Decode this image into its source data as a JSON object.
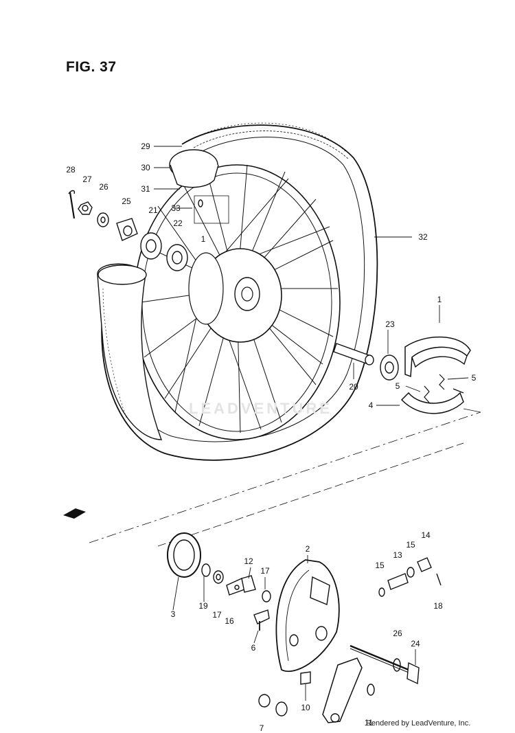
{
  "figure_title": "FIG. 37",
  "watermark": "LEADVENTURE",
  "fwd_label": "FWD",
  "footer": "Rendered by LeadVenture, Inc.",
  "callouts": [
    {
      "id": "n29",
      "text": "29"
    },
    {
      "id": "n30",
      "text": "30"
    },
    {
      "id": "n31",
      "text": "31"
    },
    {
      "id": "n28",
      "text": "28"
    },
    {
      "id": "n27",
      "text": "27"
    },
    {
      "id": "n26a",
      "text": "26"
    },
    {
      "id": "n25",
      "text": "25"
    },
    {
      "id": "n21",
      "text": "21"
    },
    {
      "id": "n22",
      "text": "22"
    },
    {
      "id": "n33",
      "text": "33"
    },
    {
      "id": "n1a",
      "text": "1"
    },
    {
      "id": "n32",
      "text": "32"
    },
    {
      "id": "n1b",
      "text": "1"
    },
    {
      "id": "n23",
      "text": "23"
    },
    {
      "id": "n5a",
      "text": "5"
    },
    {
      "id": "n5b",
      "text": "5"
    },
    {
      "id": "n20",
      "text": "20"
    },
    {
      "id": "n4",
      "text": "4"
    },
    {
      "id": "n2",
      "text": "2"
    },
    {
      "id": "n14",
      "text": "14"
    },
    {
      "id": "n13",
      "text": "13"
    },
    {
      "id": "n15a",
      "text": "15"
    },
    {
      "id": "n15b",
      "text": "15"
    },
    {
      "id": "n12",
      "text": "12"
    },
    {
      "id": "n17a",
      "text": "17"
    },
    {
      "id": "n18",
      "text": "18"
    },
    {
      "id": "n3",
      "text": "3"
    },
    {
      "id": "n19",
      "text": "19"
    },
    {
      "id": "n17b",
      "text": "17"
    },
    {
      "id": "n16",
      "text": "16"
    },
    {
      "id": "n6",
      "text": "6"
    },
    {
      "id": "n26b",
      "text": "26"
    },
    {
      "id": "n24",
      "text": "24"
    },
    {
      "id": "n10",
      "text": "10"
    },
    {
      "id": "n7",
      "text": "7"
    },
    {
      "id": "n11",
      "text": "11"
    }
  ]
}
